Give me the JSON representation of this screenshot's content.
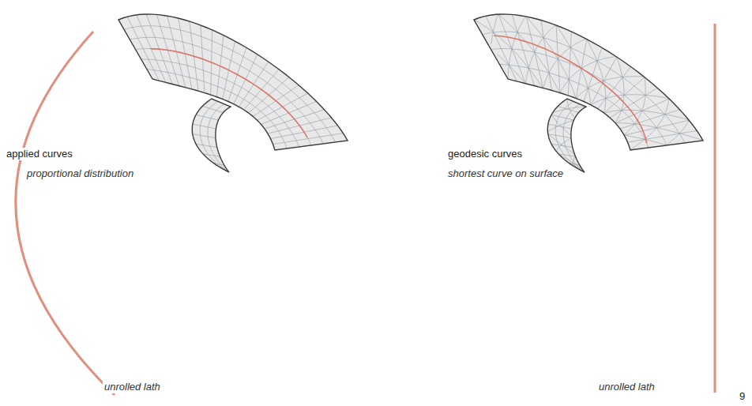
{
  "diagram": {
    "labels": [
      "applied curves",
      "proportional distribution",
      "unrolled lath",
      "geodesic curves",
      "shortest curve on surface",
      "unrolled lath",
      "9"
    ]
  }
}
